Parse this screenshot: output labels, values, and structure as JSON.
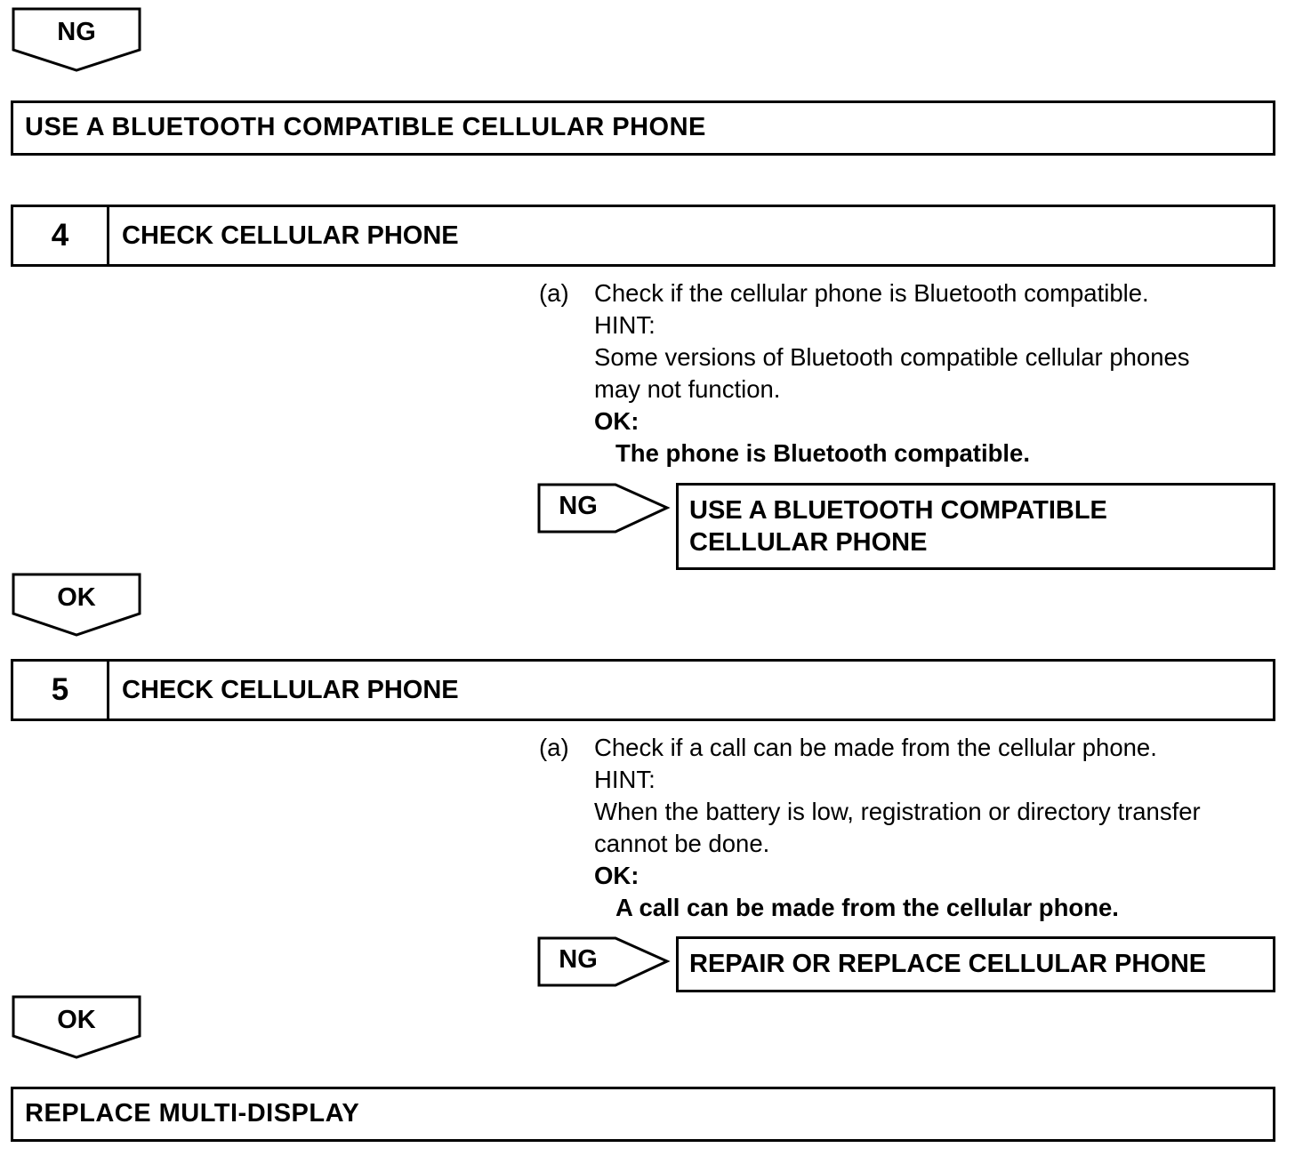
{
  "top_ng": {
    "label": "NG"
  },
  "action_top": {
    "text": "USE A BLUETOOTH COMPATIBLE CELLULAR PHONE"
  },
  "steps": [
    {
      "number": "4",
      "title": "CHECK CELLULAR PHONE",
      "item_letter": "(a)",
      "instruction": "Check if the cellular phone is Bluetooth compatible.",
      "hint_label": "HINT:",
      "hint_line1": "Some versions of Bluetooth compatible cellular phones",
      "hint_line2": "may not function.",
      "ok_label": "OK:",
      "ok_value": "The phone is Bluetooth compatible.",
      "ng_label": "NG",
      "ng_action_line1": "USE A BLUETOOTH COMPATIBLE",
      "ng_action_line2": "CELLULAR PHONE",
      "ok_arrow_label": "OK"
    },
    {
      "number": "5",
      "title": "CHECK CELLULAR PHONE",
      "item_letter": "(a)",
      "instruction": "Check if a call can be made from the cellular phone.",
      "hint_label": "HINT:",
      "hint_line1": "When the battery is low, registration or directory transfer",
      "hint_line2": "cannot be done.",
      "ok_label": "OK:",
      "ok_value": "A call can be made from the cellular phone.",
      "ng_label": "NG",
      "ng_action_line1": "REPAIR OR REPLACE CELLULAR PHONE",
      "ok_arrow_label": "OK"
    }
  ],
  "action_bottom": {
    "text": "REPLACE MULTI-DISPLAY"
  }
}
